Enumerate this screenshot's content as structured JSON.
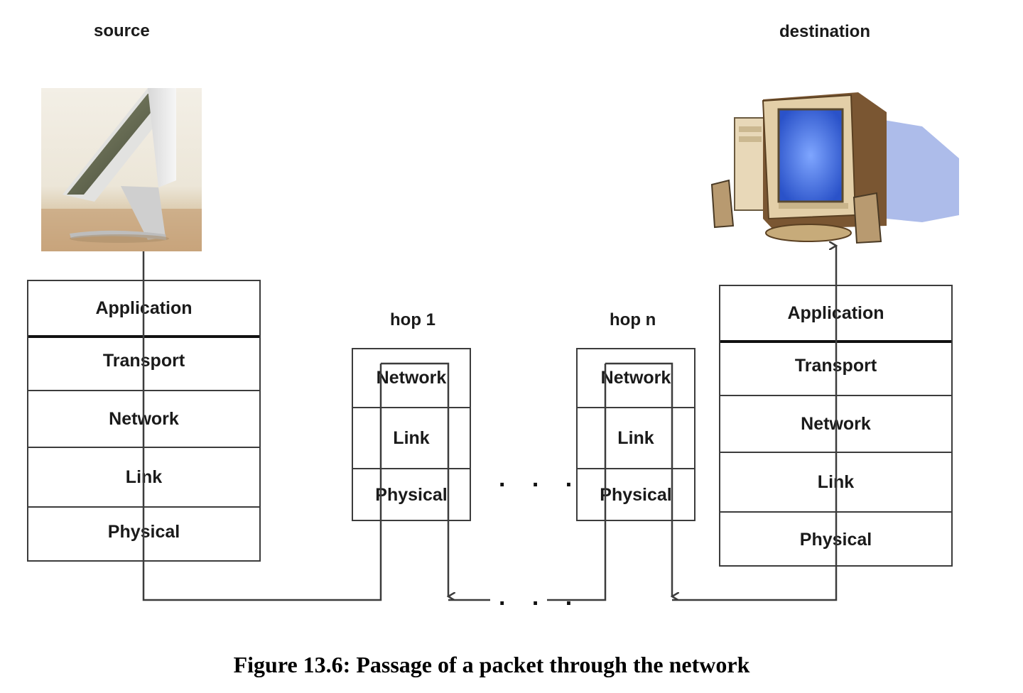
{
  "labels": {
    "source": "source",
    "destination": "destination",
    "hop1": "hop 1",
    "hopn": "hop n",
    "ellipsis_mid": ". . .",
    "ellipsis_bottom": ". . ."
  },
  "source_stack": [
    "Application",
    "Transport",
    "Network",
    "Link",
    "Physical"
  ],
  "destination_stack": [
    "Application",
    "Transport",
    "Network",
    "Link",
    "Physical"
  ],
  "hop1_stack": [
    "Network",
    "Link",
    "Physical"
  ],
  "hopn_stack": [
    "Network",
    "Link",
    "Physical"
  ],
  "caption": "Figure 13.6: Passage of a packet through the network",
  "colors": {
    "line": "#3c3c3c",
    "screen": "#3f78e8"
  }
}
